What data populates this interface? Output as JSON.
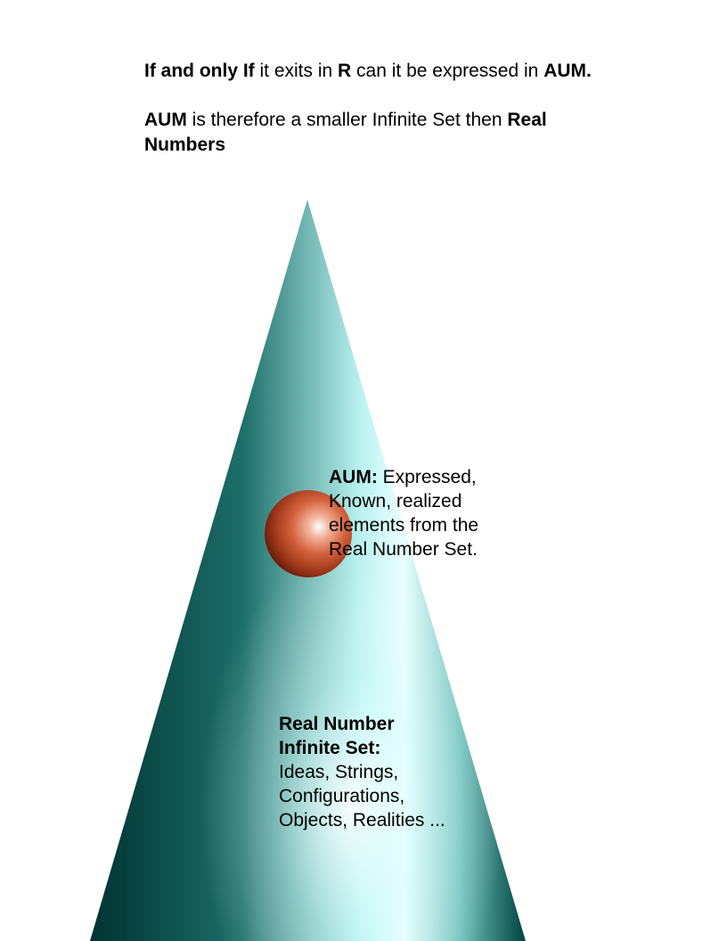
{
  "header": {
    "line1": {
      "b1": "If and only If",
      "t1": " it exits in ",
      "b2": "R",
      "t2": " can it be expressed in ",
      "b3": "AUM."
    },
    "line2": {
      "b1": "AUM",
      "t1": " is therefore a smaller Infinite Set then ",
      "b2": "Real Numbers"
    }
  },
  "aum_label": {
    "bold": "AUM:",
    "text": " Expressed, Known, realized elements from the Real Number Set."
  },
  "real_label": {
    "bold": "Real Number Infinite Set:",
    "text": "Ideas, Strings, Configurations, Objects, Realities   ..."
  },
  "colors": {
    "cone_dark": "#003c3a",
    "cone_mid": "#2f8f88",
    "cone_light": "#e8ffff",
    "sphere_dark": "#8a2a10",
    "sphere_mid": "#d86b45",
    "sphere_light": "#ffffff"
  }
}
